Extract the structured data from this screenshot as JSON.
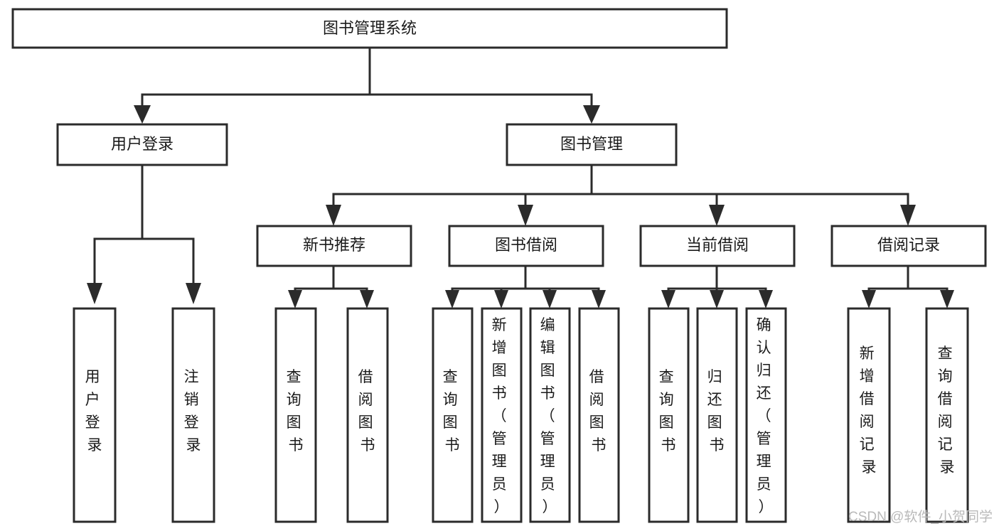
{
  "diagram": {
    "title": "图书管理系统",
    "type": "tree",
    "orientation": "top-down",
    "colors": {
      "stroke": "#2b2b2b",
      "fill": "#ffffff",
      "text": "#1a1a1a",
      "watermark": "#b9b9b9",
      "background": "#ffffff"
    },
    "root": {
      "id": "root",
      "label": "图书管理系统",
      "text_orientation": "horizontal"
    },
    "level2": [
      {
        "id": "user-login",
        "label": "用户登录",
        "text_orientation": "horizontal"
      },
      {
        "id": "book-management",
        "label": "图书管理",
        "text_orientation": "horizontal"
      }
    ],
    "level3": [
      {
        "id": "new-book-recommend",
        "label": "新书推荐",
        "parent": "book-management",
        "text_orientation": "horizontal"
      },
      {
        "id": "book-borrow",
        "label": "图书借阅",
        "parent": "book-management",
        "text_orientation": "horizontal"
      },
      {
        "id": "current-borrow",
        "label": "当前借阅",
        "parent": "book-management",
        "text_orientation": "horizontal"
      },
      {
        "id": "borrow-record",
        "label": "借阅记录",
        "parent": "book-management",
        "text_orientation": "horizontal"
      }
    ],
    "leaves": [
      {
        "id": "leaf-user-login",
        "parent": "user-login",
        "label": "用户登录",
        "chars": [
          "用",
          "户",
          "登",
          "录"
        ],
        "text_orientation": "vertical"
      },
      {
        "id": "leaf-logout",
        "parent": "user-login",
        "label": "注销登录",
        "chars": [
          "注",
          "销",
          "登",
          "录"
        ],
        "text_orientation": "vertical"
      },
      {
        "id": "leaf-query-book-1",
        "parent": "new-book-recommend",
        "label": "查询图书",
        "chars": [
          "查",
          "询",
          "图",
          "书"
        ],
        "text_orientation": "vertical"
      },
      {
        "id": "leaf-borrow-book-1",
        "parent": "new-book-recommend",
        "label": "借阅图书",
        "chars": [
          "借",
          "阅",
          "图",
          "书"
        ],
        "text_orientation": "vertical"
      },
      {
        "id": "leaf-query-book-2",
        "parent": "book-borrow",
        "label": "查询图书",
        "chars": [
          "查",
          "询",
          "图",
          "书"
        ],
        "text_orientation": "vertical"
      },
      {
        "id": "leaf-add-book",
        "parent": "book-borrow",
        "label": "新增图书（管理员）",
        "chars": [
          "新",
          "增",
          "图",
          "书",
          "（",
          "管",
          "理",
          "员",
          "）"
        ],
        "text_orientation": "vertical"
      },
      {
        "id": "leaf-edit-book",
        "parent": "book-borrow",
        "label": "编辑图书（管理员）",
        "chars": [
          "编",
          "辑",
          "图",
          "书",
          "（",
          "管",
          "理",
          "员",
          "）"
        ],
        "text_orientation": "vertical"
      },
      {
        "id": "leaf-borrow-book-2",
        "parent": "book-borrow",
        "label": "借阅图书",
        "chars": [
          "借",
          "阅",
          "图",
          "书"
        ],
        "text_orientation": "vertical"
      },
      {
        "id": "leaf-query-book-3",
        "parent": "current-borrow",
        "label": "查询图书",
        "chars": [
          "查",
          "询",
          "图",
          "书"
        ],
        "text_orientation": "vertical"
      },
      {
        "id": "leaf-return-book",
        "parent": "current-borrow",
        "label": "归还图书",
        "chars": [
          "归",
          "还",
          "图",
          "书"
        ],
        "text_orientation": "vertical"
      },
      {
        "id": "leaf-confirm-return",
        "parent": "current-borrow",
        "label": "确认归还（管理员）",
        "chars": [
          "确",
          "认",
          "归",
          "还",
          "（",
          "管",
          "理",
          "员",
          "）"
        ],
        "text_orientation": "vertical"
      },
      {
        "id": "leaf-add-record",
        "parent": "borrow-record",
        "label": "新增借阅记录",
        "chars": [
          "新",
          "增",
          "借",
          "阅",
          "记",
          "录"
        ],
        "text_orientation": "vertical"
      },
      {
        "id": "leaf-query-record",
        "parent": "borrow-record",
        "label": "查询借阅记录",
        "chars": [
          "查",
          "询",
          "借",
          "阅",
          "记",
          "录"
        ],
        "text_orientation": "vertical"
      }
    ],
    "watermark": "CSDN @软件_小贺同学"
  }
}
